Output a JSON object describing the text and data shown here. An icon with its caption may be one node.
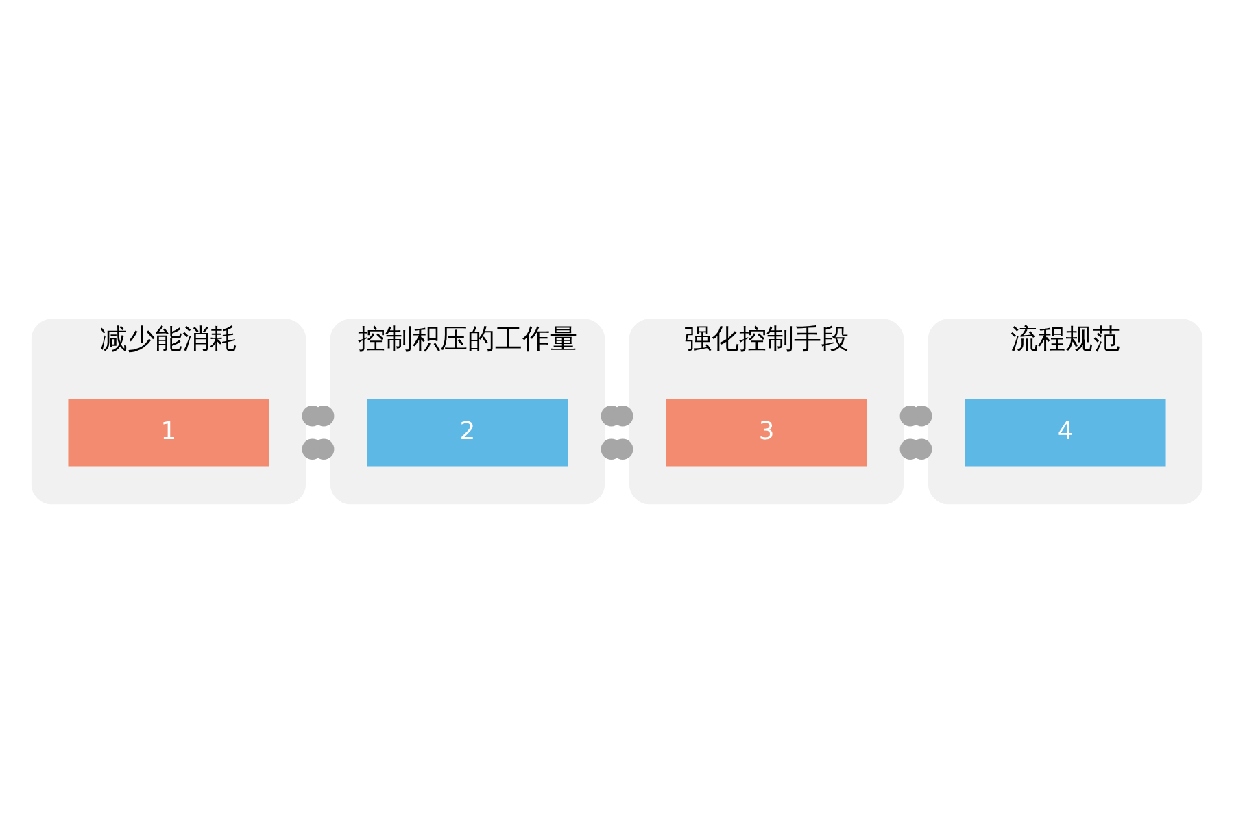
{
  "diagram": {
    "nodes": [
      {
        "text": [
          "减少能消耗"
        ]
      },
      {
        "text": [
          "1"
        ],
        "in": 0
      },
      {
        "text": [
          "控制积压的工作量"
        ]
      },
      {
        "text": [
          "2"
        ],
        "in": 2
      },
      {
        "text": [
          "强化控制手段"
        ]
      },
      {
        "text": [
          "3"
        ],
        "in": 4
      },
      {
        "text": [
          "流程规范"
        ]
      },
      {
        "text": [
          "4"
        ],
        "in": 6
      }
    ],
    "edges": [
      {
        "from": 0,
        "to": 2,
        "arrow": "other"
      },
      {
        "from": 2,
        "to": 4,
        "arrow": "other"
      },
      {
        "from": 4,
        "to": 6,
        "arrow": "other"
      },
      {
        "from": 0,
        "to": 2,
        "arrow": "other"
      },
      {
        "from": 2,
        "to": 4,
        "arrow": "other"
      },
      {
        "from": 4,
        "to": 6,
        "arrow": "other"
      }
    ]
  }
}
